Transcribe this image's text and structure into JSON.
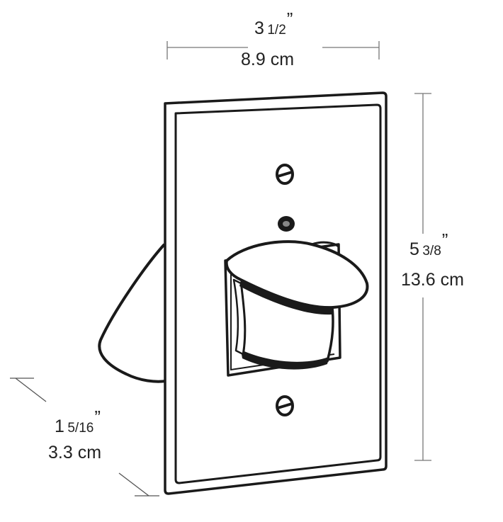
{
  "dimensions": {
    "width": {
      "whole": "3",
      "fraction": "1/2",
      "unit_mark": "”",
      "metric": "8.9 cm"
    },
    "height": {
      "whole": "5",
      "fraction": "3/8",
      "unit_mark": "”",
      "metric": "13.6 cm"
    },
    "depth": {
      "whole": "1",
      "fraction": "5/16",
      "unit_mark": "”",
      "metric": "3.3 cm"
    }
  },
  "colors": {
    "line": "#1a1a1a",
    "dimension_line": "#555555",
    "background": "#ffffff"
  },
  "icons": [
    "screw-icon",
    "led-icon",
    "motion-sensor-lens"
  ]
}
